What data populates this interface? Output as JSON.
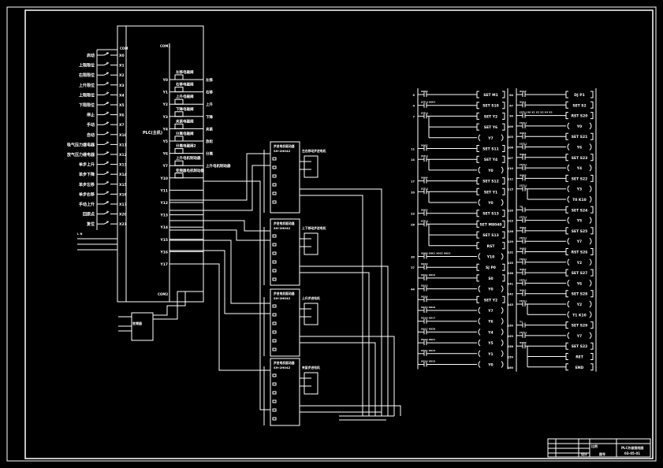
{
  "plc": {
    "label": "PLC(主机)",
    "com_in": "COM",
    "com_out": "COM1",
    "com_out2": "COM2",
    "inputs": [
      {
        "label": "启动",
        "addr": "X0"
      },
      {
        "label": "上限限位",
        "addr": "X1"
      },
      {
        "label": "右限限位",
        "addr": "X2"
      },
      {
        "label": "上升限位",
        "addr": "X3"
      },
      {
        "label": "上限限位",
        "addr": "X4"
      },
      {
        "label": "下限限位",
        "addr": "X5"
      },
      {
        "label": "停止",
        "addr": "X6"
      },
      {
        "label": "手动",
        "addr": "X7"
      },
      {
        "label": "自动",
        "addr": "X10"
      },
      {
        "label": "吸气压力继电器",
        "addr": "X11"
      },
      {
        "label": "放气压力继电器",
        "addr": "X12"
      },
      {
        "label": "单步上升",
        "addr": "X13"
      },
      {
        "label": "单步下降",
        "addr": "X14"
      },
      {
        "label": "单步左移",
        "addr": "X15"
      },
      {
        "label": "单步右移",
        "addr": "X16"
      },
      {
        "label": "手动上升",
        "addr": "X17"
      },
      {
        "label": "回原点",
        "addr": "X20"
      },
      {
        "label": "复位",
        "addr": "X21"
      }
    ],
    "outputs": [
      {
        "addr": "Y0",
        "coil": "左移电磁阀",
        "func": "左移"
      },
      {
        "addr": "Y1",
        "coil": "右移电磁阀",
        "func": "右移"
      },
      {
        "addr": "Y2",
        "coil": "上升电磁阀",
        "func": "上升"
      },
      {
        "addr": "Y3",
        "coil": "下降电磁阀",
        "func": "下降"
      },
      {
        "addr": "Y4",
        "coil": "夹紧电磁阀",
        "func": "夹紧"
      },
      {
        "addr": "Y5",
        "coil": "分离电磁阀",
        "func": "放松"
      },
      {
        "addr": "Y6",
        "coil": "分离电磁阀2",
        "func": "分离"
      },
      {
        "addr": "Y7",
        "coil": "上升电机制动器",
        "func": "上升电机制动器"
      },
      {
        "addr": "Y10",
        "coil": "变频器电机制动器",
        "func": ""
      },
      {
        "addr": "Y11",
        "coil": "",
        "func": ""
      },
      {
        "addr": "Y12",
        "coil": "",
        "func": ""
      },
      {
        "addr": "Y13",
        "coil": "",
        "func": ""
      },
      {
        "addr": "Y14",
        "coil": "",
        "func": ""
      },
      {
        "addr": "Y15",
        "coil": "",
        "func": ""
      },
      {
        "addr": "Y16",
        "coil": "",
        "func": ""
      },
      {
        "addr": "Y17",
        "coil": "",
        "func": ""
      }
    ],
    "power_label": "L N",
    "inverter_label": "变频器"
  },
  "modules": [
    {
      "title": "步进电机驱动器",
      "model": "SH-2H042",
      "motor": "左右移动步进电机"
    },
    {
      "title": "步进电机驱动器",
      "model": "SH-2H042",
      "motor": "上下移动步进电机"
    },
    {
      "title": "步进电机驱动器",
      "model": "SH-2H042",
      "motor": "上升步进电机"
    },
    {
      "title": "步进电机驱动器",
      "model": "SH-2H042",
      "motor": "夹紧步进电机"
    }
  ],
  "ladder_left": [
    {
      "step": "0",
      "contact": "X000",
      "out": "SET M1",
      "kind": "set"
    },
    {
      "step": "4",
      "contact": "[STL] X001",
      "out": "SET S10",
      "kind": "set"
    },
    {
      "step": "7",
      "contact": "[STL]",
      "out": "SET Y2",
      "kind": "set"
    },
    {
      "step": "",
      "contact": "",
      "out": "SET Y6",
      "kind": "set"
    },
    {
      "step": "",
      "contact": "",
      "out": "Y7",
      "kind": "coil"
    },
    {
      "step": "11",
      "contact": "X002",
      "out": "SET S11",
      "kind": "set"
    },
    {
      "step": "14",
      "contact": "[STL]",
      "out": "SET Y4",
      "kind": "set"
    },
    {
      "step": "",
      "contact": "",
      "out": "Y0",
      "kind": "coil"
    },
    {
      "step": "17",
      "contact": "X004",
      "out": "SET S12",
      "kind": "set"
    },
    {
      "step": "20",
      "contact": "[STL]",
      "out": "SET Y1",
      "kind": "set"
    },
    {
      "step": "",
      "contact": "",
      "out": "Y0",
      "kind": "coil"
    },
    {
      "step": "23",
      "contact": "X003",
      "out": "SET S13",
      "kind": "set"
    },
    {
      "step": "26",
      "contact": "[STL]",
      "out": "SET M8040",
      "kind": "set"
    },
    {
      "step": "",
      "contact": "",
      "out": "SET S13",
      "kind": "set"
    },
    {
      "step": "",
      "contact": "",
      "out": "RST",
      "kind": "set"
    },
    {
      "step": "30",
      "contact": "X000 X001 X002 X003",
      "out": "Y10",
      "kind": "coil"
    },
    {
      "step": "37",
      "contact": "X010",
      "out": "SJ P0",
      "kind": "set"
    },
    {
      "step": "",
      "contact": "X011 X012",
      "out": "S0",
      "kind": "set"
    },
    {
      "step": "44",
      "contact": "X013",
      "out": "Y0",
      "kind": "coil"
    },
    {
      "step": "",
      "contact": "X014",
      "out": "SET Y2",
      "kind": "set"
    },
    {
      "step": "",
      "contact": "X015 X016",
      "out": "Y7",
      "kind": "coil"
    },
    {
      "step": "",
      "contact": "X016 X017",
      "out": "Y6",
      "kind": "coil"
    },
    {
      "step": "",
      "contact": "X017 X020",
      "out": "Y4",
      "kind": "coil"
    },
    {
      "step": "",
      "contact": "X020 X021",
      "out": "Y5",
      "kind": "coil"
    },
    {
      "step": "",
      "contact": "X021 X013",
      "out": "Y1",
      "kind": "coil"
    },
    {
      "step": "",
      "contact": "X014 X015",
      "out": "Y0",
      "kind": "coil"
    }
  ],
  "ladder_right": [
    {
      "step": "64",
      "contact": "X010",
      "out": "DJ P1",
      "kind": "set"
    },
    {
      "step": "67",
      "contact": "X011",
      "out": "SET S2",
      "kind": "set"
    },
    {
      "step": "90",
      "contact": "[STL] X0 X1 X2 X3 X4 X5",
      "out": "RST S20",
      "kind": "set"
    },
    {
      "step": "100",
      "contact": "[STL]",
      "out": "Y0",
      "kind": "coil"
    },
    {
      "step": "103",
      "contact": "X001",
      "out": "SET S21",
      "kind": "set"
    },
    {
      "step": "106",
      "contact": "[STL]",
      "out": "Y6",
      "kind": "coil"
    },
    {
      "step": "107",
      "contact": "X004",
      "out": "SET S23",
      "kind": "set"
    },
    {
      "step": "110",
      "contact": "[STL]",
      "out": "Y4",
      "kind": "coil"
    },
    {
      "step": "112",
      "contact": "X003",
      "out": "SET S22",
      "kind": "set"
    },
    {
      "step": "115",
      "contact": "[STL]",
      "out": "Y3",
      "kind": "coil"
    },
    {
      "step": "",
      "contact": "",
      "out": "T0 K10",
      "kind": "coil"
    },
    {
      "step": "120",
      "contact": "T0",
      "out": "SET S24",
      "kind": "set"
    },
    {
      "step": "123",
      "contact": "[STL]",
      "out": "Y5",
      "kind": "coil"
    },
    {
      "step": "126",
      "contact": "X004",
      "out": "SET S25",
      "kind": "set"
    },
    {
      "step": "129",
      "contact": "[STL]",
      "out": "Y7",
      "kind": "coil"
    },
    {
      "step": "132",
      "contact": "X005",
      "out": "RST S26",
      "kind": "set"
    },
    {
      "step": "135",
      "contact": "[STL]",
      "out": "Y2",
      "kind": "coil"
    },
    {
      "step": "138",
      "contact": "X002",
      "out": "SET S27",
      "kind": "set"
    },
    {
      "step": "141",
      "contact": "[STL]",
      "out": "Y6",
      "kind": "coil"
    },
    {
      "step": "142",
      "contact": "X003",
      "out": "SET S28",
      "kind": "set"
    },
    {
      "step": "145",
      "contact": "[STL]",
      "out": "Y2",
      "kind": "coil"
    },
    {
      "step": "",
      "contact": "",
      "out": "T1 K10",
      "kind": "coil"
    },
    {
      "step": "150",
      "contact": "T1",
      "out": "SET S29",
      "kind": "set"
    },
    {
      "step": "153",
      "contact": "[STL]",
      "out": "Y7",
      "kind": "coil"
    },
    {
      "step": "156",
      "contact": "X000",
      "out": "SET S22",
      "kind": "set"
    },
    {
      "step": "159",
      "contact": "",
      "out": "RET",
      "kind": "set"
    },
    {
      "step": "160",
      "contact": "",
      "out": "END",
      "kind": "set"
    }
  ],
  "title_block": {
    "drawing_title": "PLC外部接线图",
    "drawing_no": "03-05-01",
    "scale": "比例",
    "designer": "设计",
    "sheet": "图号"
  }
}
